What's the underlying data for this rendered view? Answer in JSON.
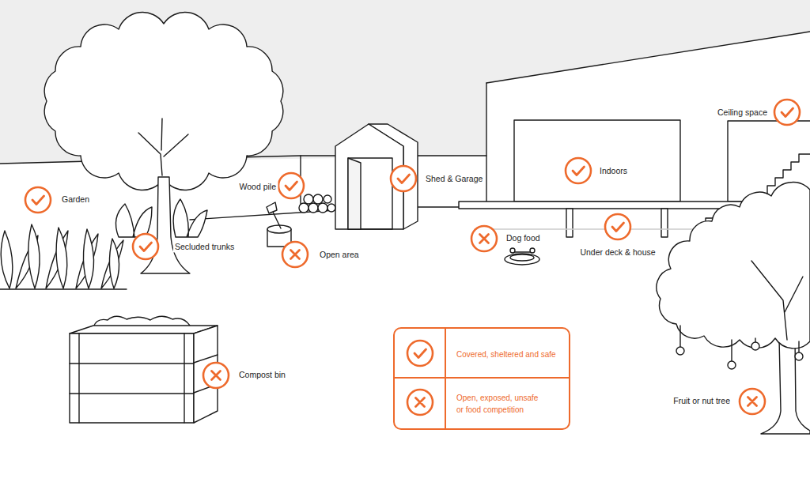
{
  "diagram": {
    "labels": [
      "Ceiling space",
      "Garden",
      "Wood pile",
      "Shed & Garage",
      "Indoors",
      "Secluded trunks",
      "Dog food",
      "Under deck & house",
      "Open area",
      "Compost bin",
      "Fruit or nut tree"
    ],
    "legend": [
      {
        "text": "Covered, sheltered and safe"
      },
      {
        "text": "Open, exposed, unsafe or food competition"
      }
    ]
  }
}
